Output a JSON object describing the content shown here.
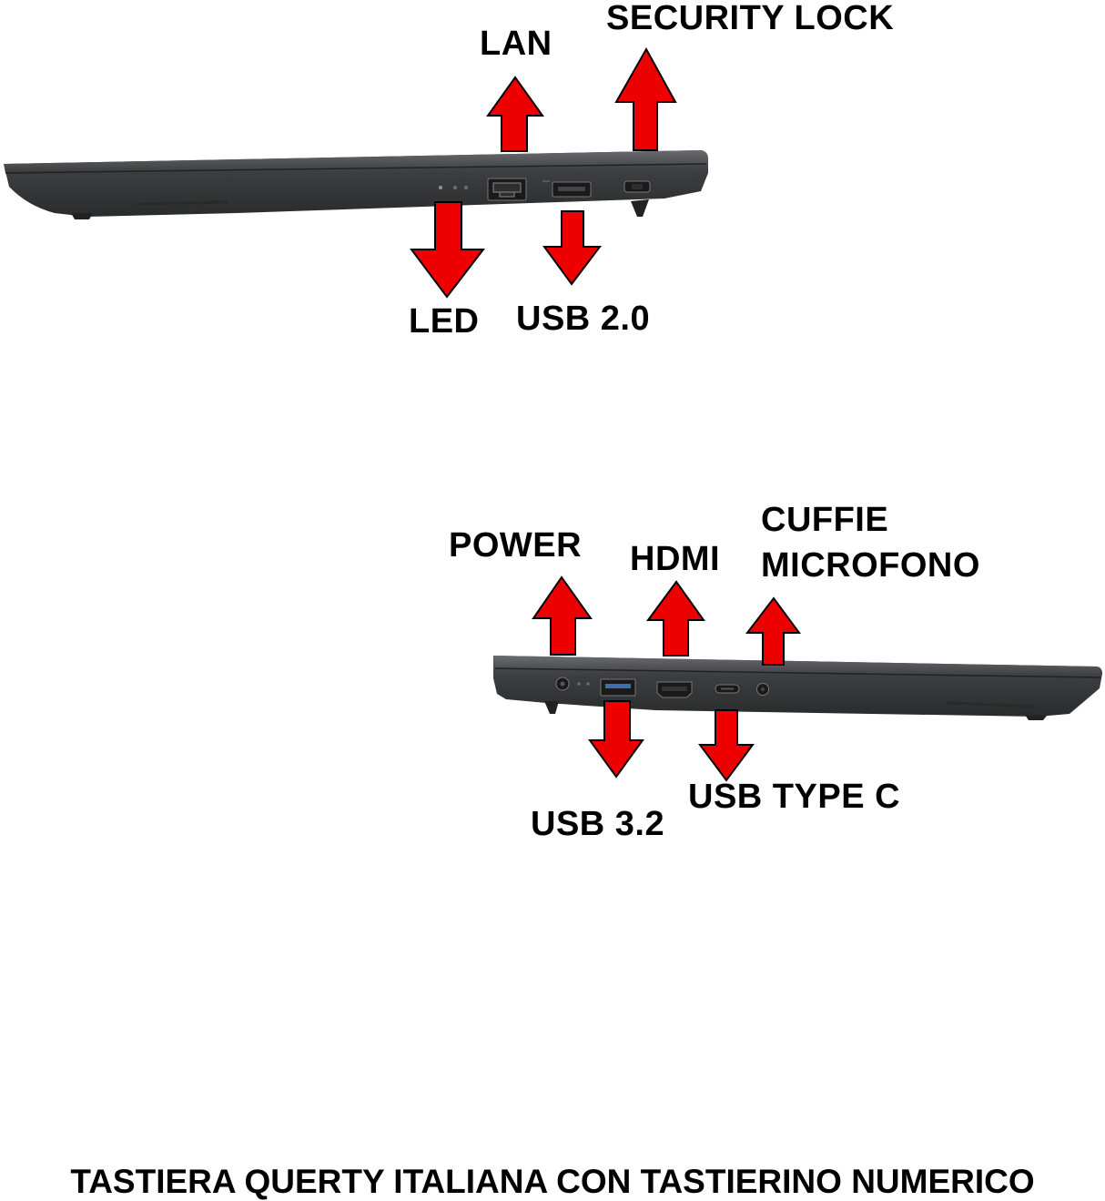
{
  "colors": {
    "arrow_fill": "#ee0000",
    "arrow_stroke": "#000000",
    "laptop_body": "#3a3b3d",
    "laptop_edge": "#4a4b4d",
    "port": "#1a1a1a",
    "background": "#ffffff"
  },
  "left_side": {
    "labels": {
      "lan": "LAN",
      "security_lock": "SECURITY LOCK",
      "led": "LED",
      "usb2": "USB 2.0"
    }
  },
  "right_side": {
    "labels": {
      "power": "POWER",
      "hdmi": "HDMI",
      "audio_line1": "CUFFIE",
      "audio_line2": "MICROFONO",
      "usb32": "USB 3.2",
      "usbc": "USB TYPE C"
    }
  },
  "footer": {
    "text": "TASTIERA QUERTY ITALIANA CON TASTIERINO NUMERICO"
  }
}
